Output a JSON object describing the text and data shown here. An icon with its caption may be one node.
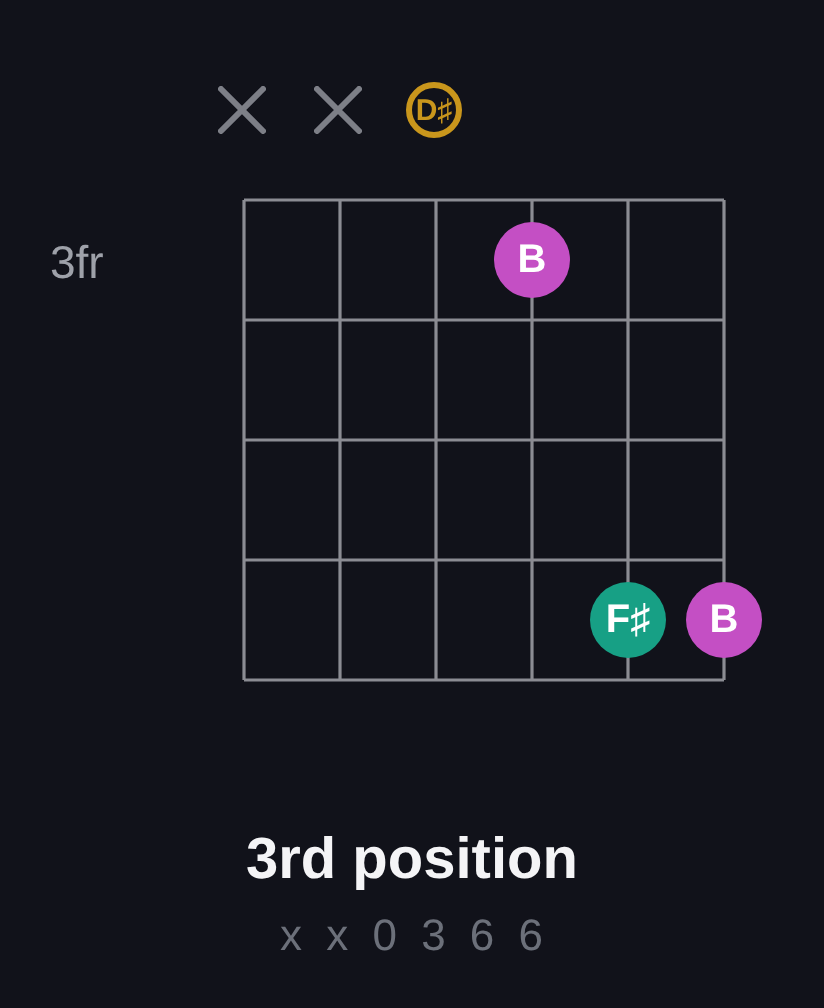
{
  "diagram": {
    "caption": "3rd position",
    "nodes": [
      {
        "text": [],
        "shape": "cross"
      },
      {
        "text": [],
        "shape": "cross"
      },
      {
        "text": [
          "D♯"
        ]
      },
      {
        "text": [
          "B"
        ]
      },
      {
        "text": [
          "F♯"
        ]
      },
      {
        "text": [
          "B"
        ]
      }
    ],
    "labels": [
      "3fr",
      "x x 0 3 6 6"
    ]
  }
}
